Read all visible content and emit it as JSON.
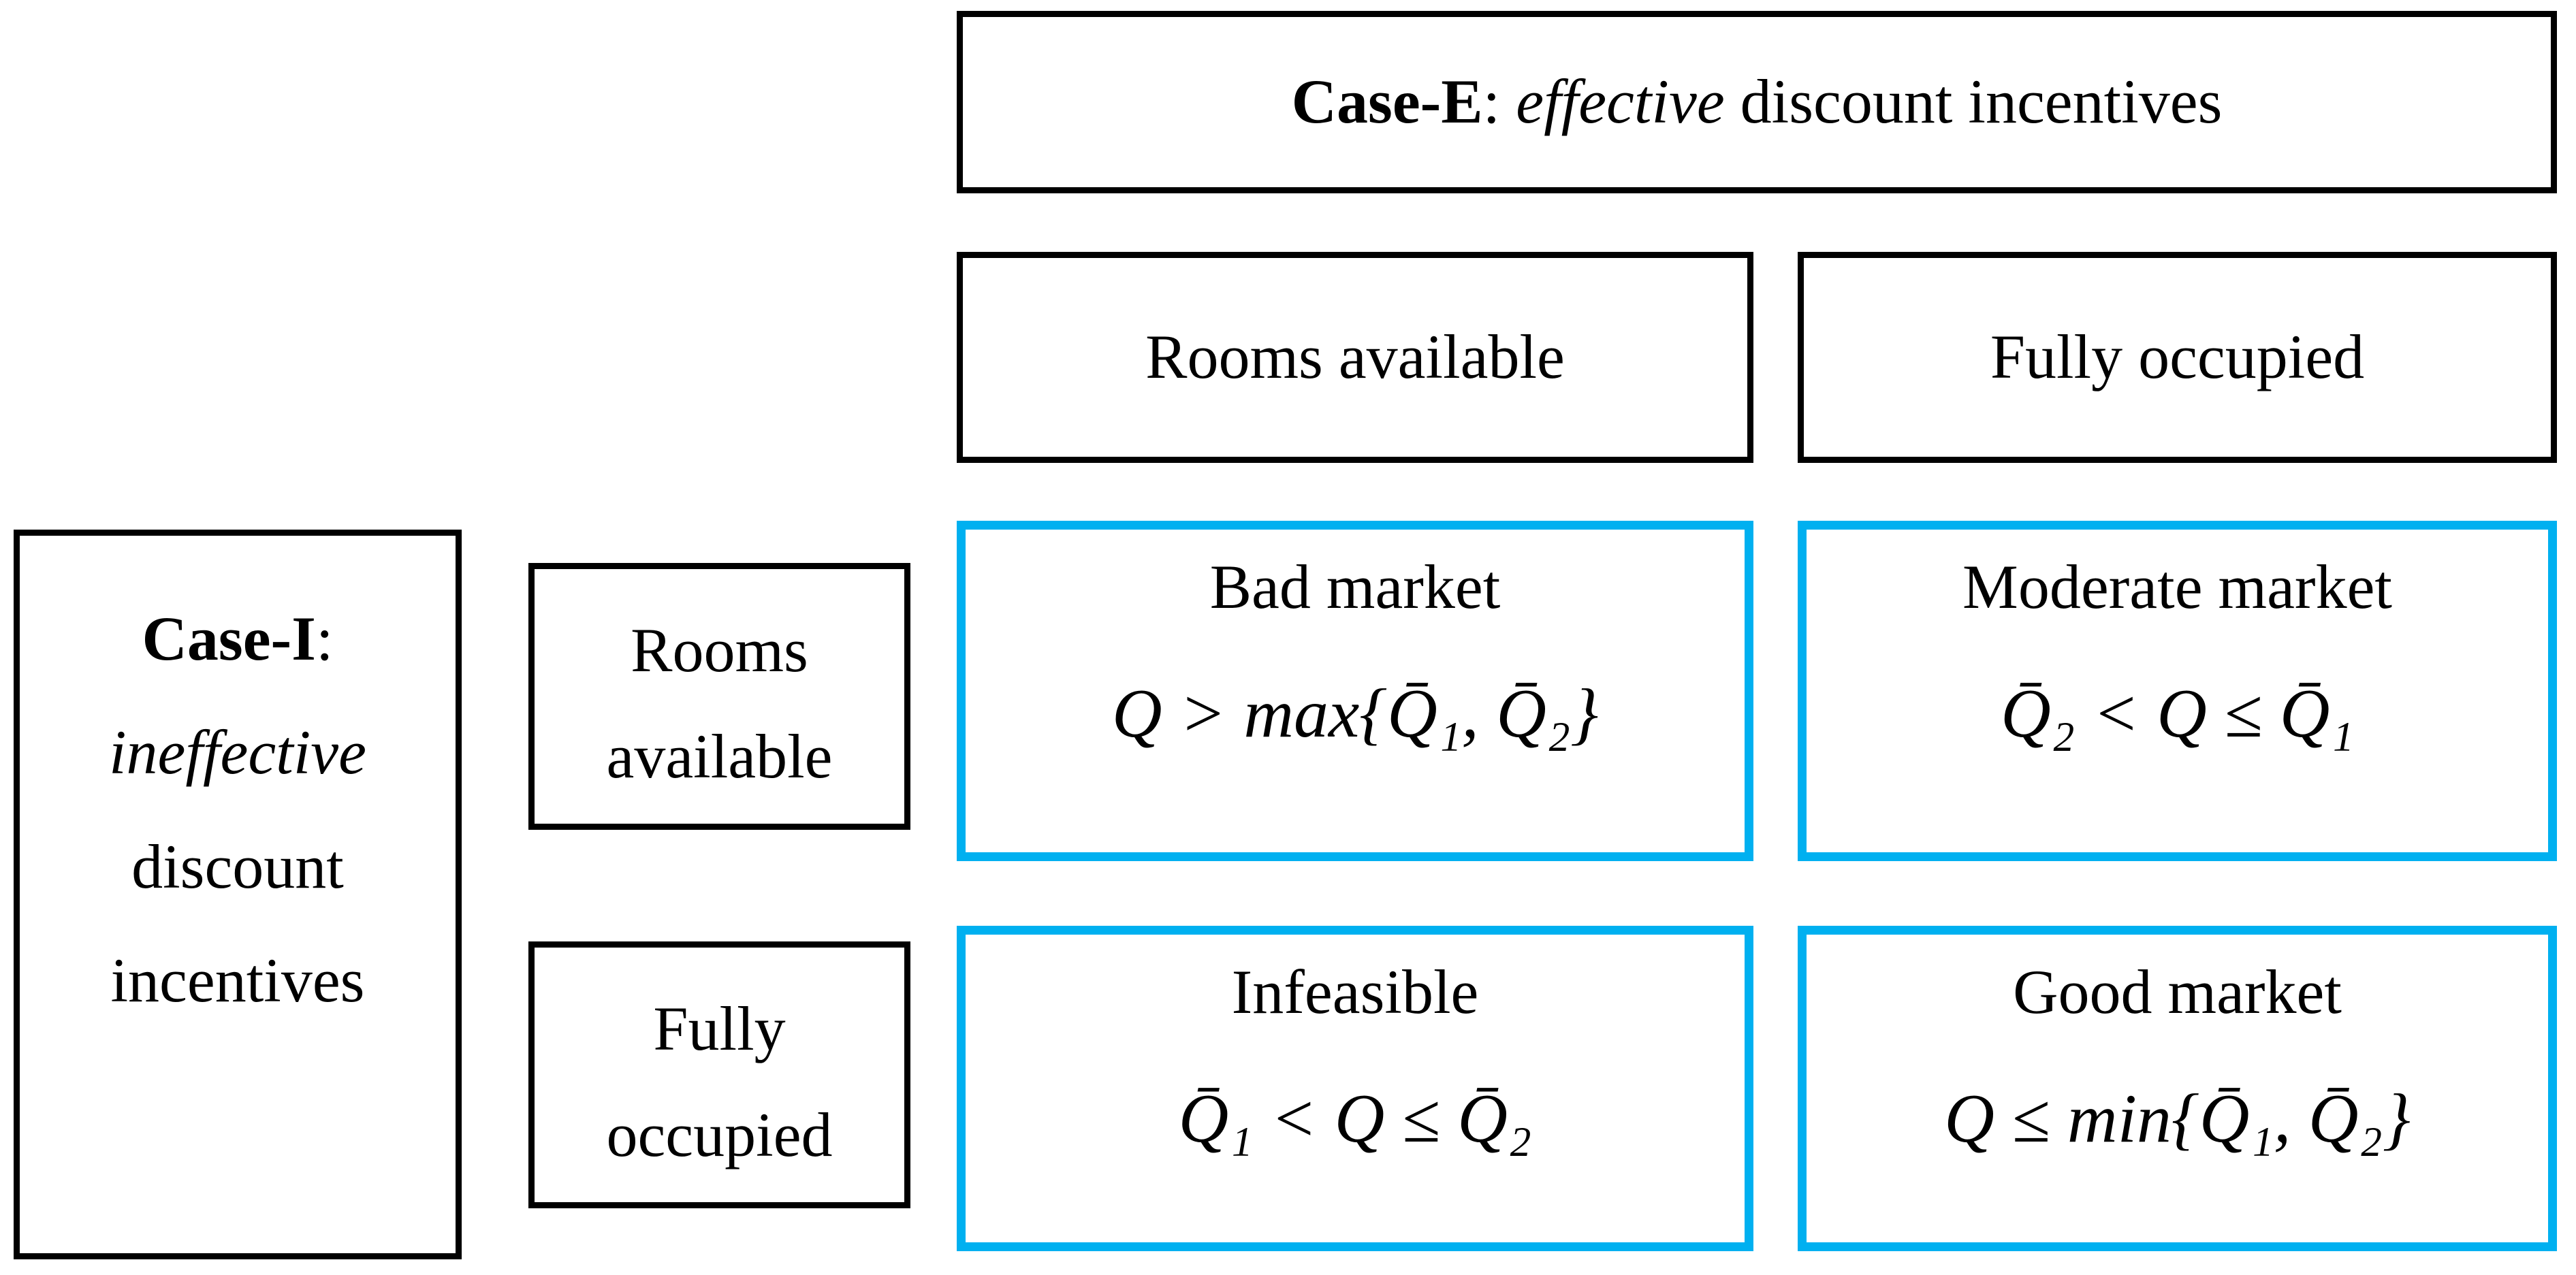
{
  "figure": {
    "kind": "decision-matrix",
    "description": "Market condition classification by discount incentive effectiveness and room occupancy"
  },
  "colors": {
    "cell_highlight_border": "#00B0F0",
    "box_border": "#000000",
    "background": "#FFFFFF",
    "text": "#000000"
  },
  "case_e_header": {
    "bold": "Case-E",
    "separator": ": ",
    "emphasis": "effective",
    "rest": " discount incentives"
  },
  "column_headers": [
    "Rooms available",
    "Fully occupied"
  ],
  "case_i_header": {
    "bold": "Case-I",
    "separator": ":",
    "lines": [
      "ineffective",
      "discount",
      "incentives"
    ]
  },
  "row_headers": [
    {
      "line1": "Rooms",
      "line2": "available"
    },
    {
      "line1": "Fully",
      "line2": "occupied"
    }
  ],
  "cells": {
    "bad": {
      "label": "Bad market",
      "formula": "Q > max{Q̄₁, Q̄₂}"
    },
    "moderate": {
      "label": "Moderate market",
      "formula": "Q̄₂ < Q ≤ Q̄₁"
    },
    "infeasible": {
      "label": "Infeasible",
      "formula": "Q̄₁ < Q ≤ Q̄₂"
    },
    "good": {
      "label": "Good market",
      "formula": "Q ≤ min{Q̄₁, Q̄₂}"
    }
  }
}
